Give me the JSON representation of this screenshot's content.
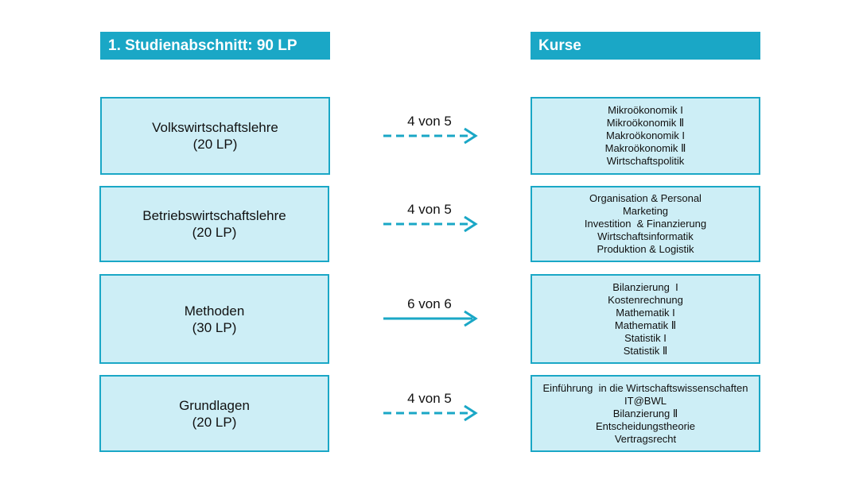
{
  "header": {
    "left_title": "1. Studienabschnitt:  90 LP",
    "right_title": "Kurse"
  },
  "colors": {
    "accent": "#1aa7c6",
    "box_fill": "#cdeef6",
    "text": "#111111"
  },
  "rows": [
    {
      "area": "Volkswirtschaftslehre",
      "credits": "(20 LP)",
      "selection": "4 von 5",
      "arrow_style": "dashed",
      "courses": [
        "Mikroökonomik I",
        "Mikroökonomik Ⅱ",
        "Makroökonomik I",
        "Makroökonomik Ⅱ",
        "Wirtschaftspolitik"
      ]
    },
    {
      "area": "Betriebswirtschaftslehre",
      "credits": "(20 LP)",
      "selection": "4 von 5",
      "arrow_style": "dashed",
      "courses": [
        "Organisation & Personal",
        "Marketing",
        "Investition  & Finanzierung",
        "Wirtschaftsinformatik",
        "Produktion & Logistik"
      ]
    },
    {
      "area": "Methoden",
      "credits": "(30 LP)",
      "selection": "6 von 6",
      "arrow_style": "solid",
      "courses": [
        "Bilanzierung  I",
        "Kostenrechnung",
        "Mathematik I",
        "Mathematik Ⅱ",
        "Statistik I",
        "Statistik Ⅱ"
      ]
    },
    {
      "area": "Grundlagen",
      "credits": "(20 LP)",
      "selection": "4 von 5",
      "arrow_style": "dashed",
      "courses": [
        "Einführung  in die Wirtschaftswissenschaften",
        "IT@BWL",
        "Bilanzierung Ⅱ",
        "Entscheidungstheorie",
        "Vertragsrecht"
      ]
    }
  ]
}
